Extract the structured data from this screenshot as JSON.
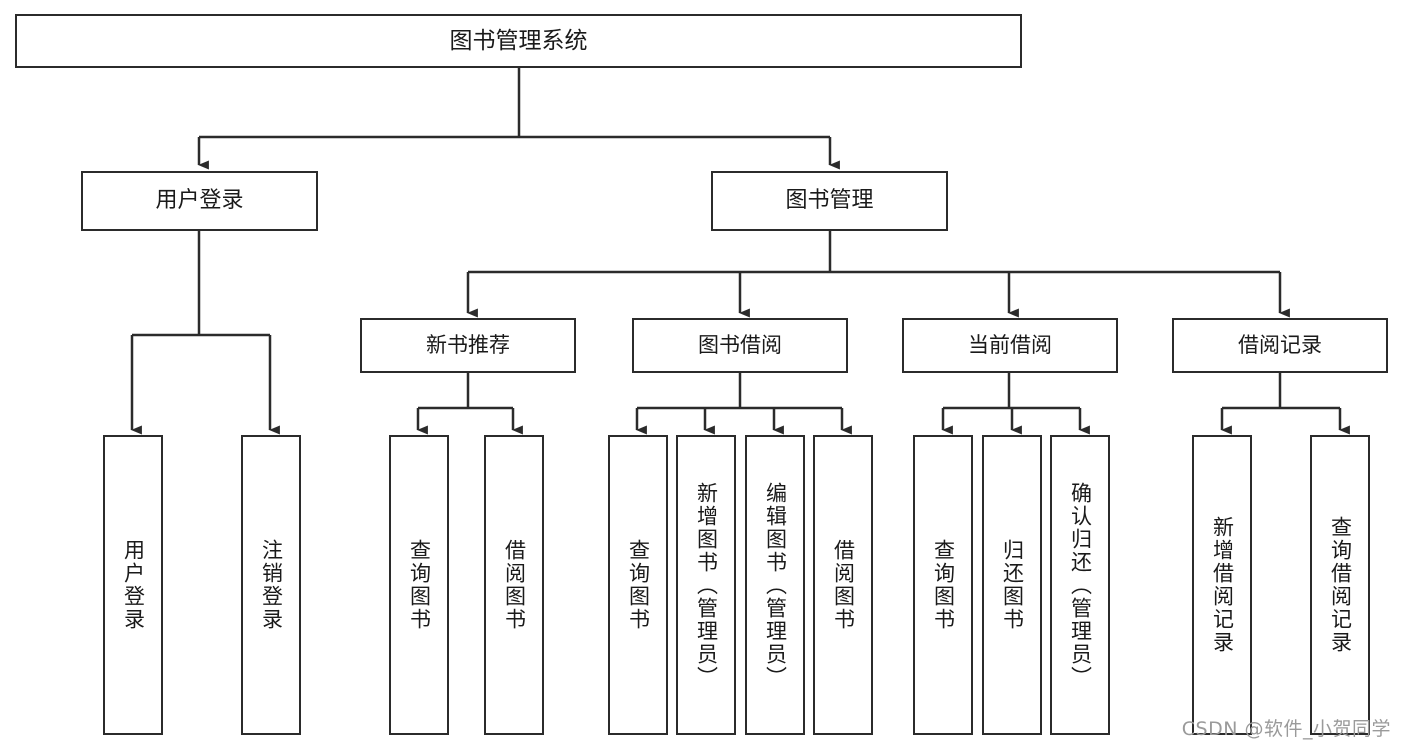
{
  "diagram": {
    "title": "图书管理系统",
    "type": "tree-hierarchy",
    "watermark": "CSDN @软件_小贺同学",
    "colors": {
      "box_border": "#2b2b2b",
      "box_fill": "#ffffff",
      "connector": "#2b2b2b",
      "text": "#1a1a1a",
      "watermark": "#9a9a9a"
    },
    "root": {
      "label": "图书管理系统"
    },
    "level1": [
      {
        "label": "用户登录"
      },
      {
        "label": "图书管理"
      }
    ],
    "level2": [
      {
        "label": "新书推荐"
      },
      {
        "label": "图书借阅"
      },
      {
        "label": "当前借阅"
      },
      {
        "label": "借阅记录"
      }
    ],
    "leaves": {
      "user_login": [
        {
          "label": "用户登录"
        },
        {
          "label": "注销登录"
        }
      ],
      "new_book_recommend": [
        {
          "label": "查询图书"
        },
        {
          "label": "借阅图书"
        }
      ],
      "book_borrow": [
        {
          "label": "查询图书"
        },
        {
          "label": "新增图书（管理员）"
        },
        {
          "label": "编辑图书（管理员）"
        },
        {
          "label": "借阅图书"
        }
      ],
      "current_borrow": [
        {
          "label": "查询图书"
        },
        {
          "label": "归还图书"
        },
        {
          "label": "确认归还（管理员）"
        }
      ],
      "borrow_records": [
        {
          "label": "新增借阅记录"
        },
        {
          "label": "查询借阅记录"
        }
      ]
    }
  }
}
